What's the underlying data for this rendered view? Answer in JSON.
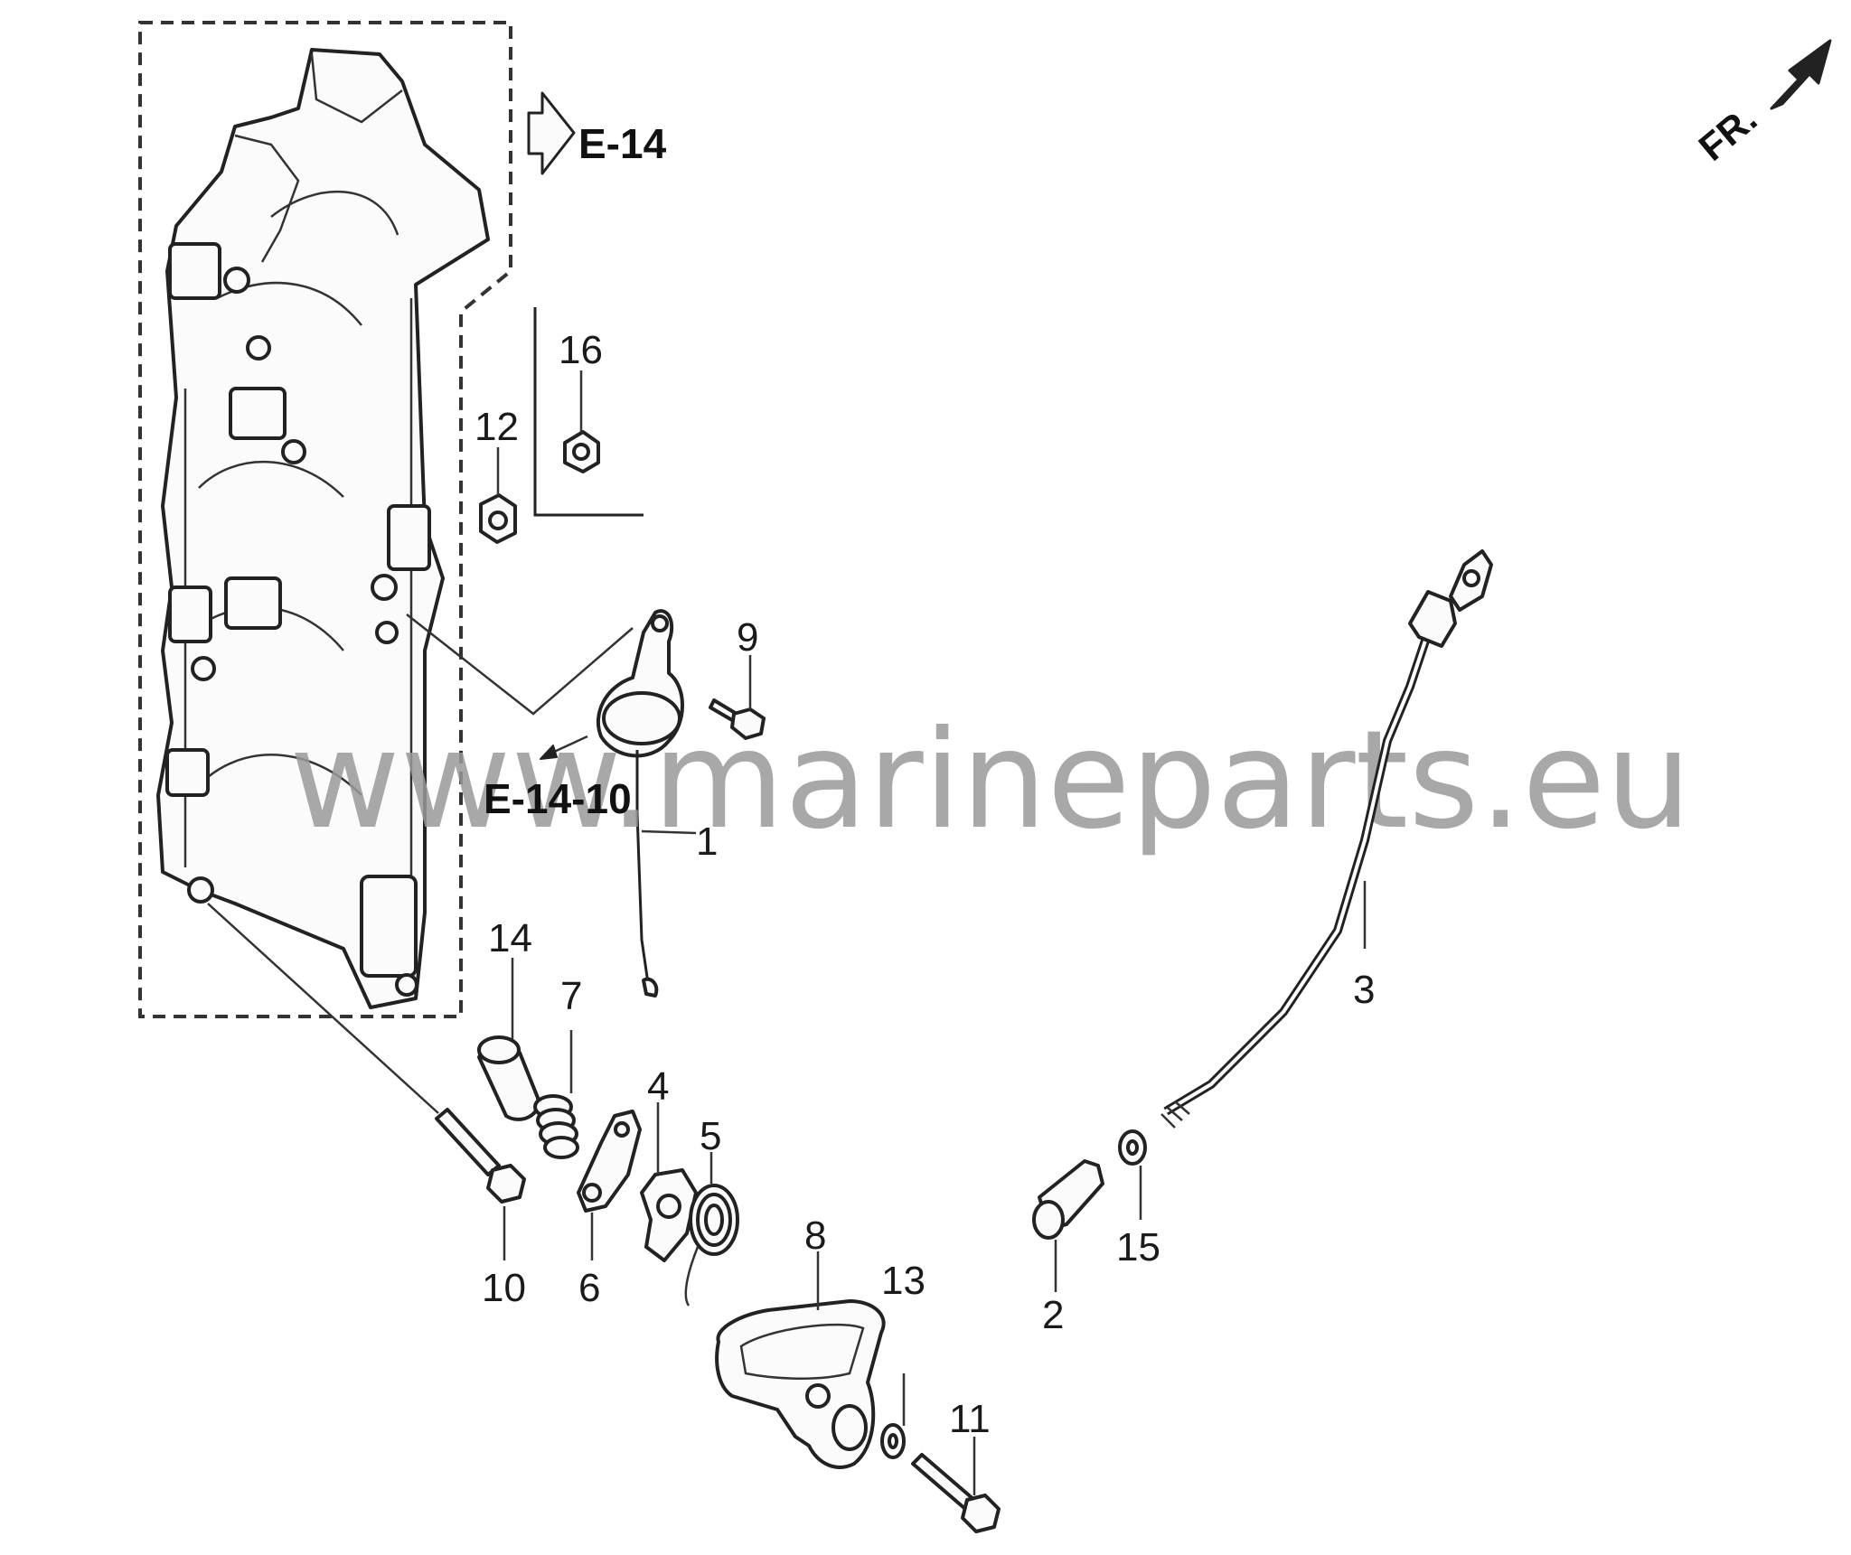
{
  "references": {
    "e14": "E-14",
    "e14_10": "E-14-10"
  },
  "orientation": {
    "front": "FR."
  },
  "watermark": "www.marineparts.eu",
  "callouts": {
    "p1": "1",
    "p2": "2",
    "p3": "3",
    "p4": "4",
    "p5": "5",
    "p6": "6",
    "p7": "7",
    "p8": "8",
    "p9": "9",
    "p10": "10",
    "p11": "11",
    "p12": "12",
    "p13": "13",
    "p14": "14",
    "p15": "15",
    "p16": "16"
  },
  "icons": {
    "front_arrow": "arrow-up-right-icon",
    "reference_arrow": "hollow-arrow-right-icon"
  }
}
